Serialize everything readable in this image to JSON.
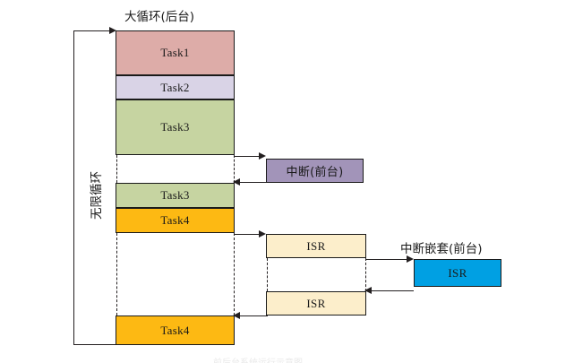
{
  "diagram": {
    "title_top": "大循环(后台)",
    "label_loop_vertical": "无限循环",
    "label_interrupt_foreground": "中断(前台)",
    "label_nested_interrupt": "中断嵌套(前台)",
    "caption_bottom": "前后台系统运行示意图",
    "colors": {
      "task1": "#ddaca8",
      "task2": "#d9d3e6",
      "task3": "#c6d4a1",
      "task4": "#fdb913",
      "interrupt": "#a294b9",
      "isr": "#fceecb",
      "nested_isr": "#00a0e3",
      "stroke": "#231f20"
    },
    "background_column": {
      "name": "大循环(后台)",
      "blocks": [
        {
          "label": "Task1",
          "color_key": "task1"
        },
        {
          "label": "Task2",
          "color_key": "task2"
        },
        {
          "label": "Task3",
          "color_key": "task3"
        },
        {
          "label": "Task3",
          "color_key": "task3"
        },
        {
          "label": "Task4",
          "color_key": "task4"
        },
        {
          "label": "Task4",
          "color_key": "task4"
        }
      ]
    },
    "foreground_interrupt": {
      "label": "中断(前台)",
      "color_key": "interrupt"
    },
    "isr_column": {
      "blocks": [
        {
          "label": "ISR",
          "color_key": "isr"
        },
        {
          "label": "ISR",
          "color_key": "isr"
        }
      ]
    },
    "nested_column": {
      "title": "中断嵌套(前台)",
      "blocks": [
        {
          "label": "ISR",
          "color_key": "nested_isr"
        }
      ]
    }
  }
}
